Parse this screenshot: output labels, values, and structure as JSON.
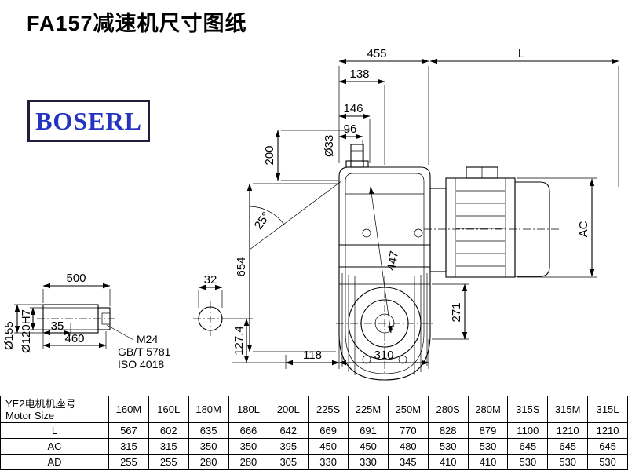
{
  "page": {
    "title": "FA157减速机尺寸图纸",
    "logo_text": "BOSERL"
  },
  "dims": {
    "top_width": "455",
    "motor_length": "L",
    "d138": "138",
    "d146": "146",
    "d96": "96",
    "input_shaft_dia": "Ø33",
    "d200": "200",
    "angle": "25°",
    "d654": "654",
    "d447": "447",
    "motor_dia": "AC",
    "d271": "271",
    "d118": "118",
    "d310": "310",
    "d127_4": "127.4",
    "d32": "32",
    "d500": "500",
    "d35": "35",
    "d460": "460",
    "shaft_dia": "Ø155",
    "bore_dia": "Ø120H7",
    "thread": "M24",
    "std1": "GB/T 5781",
    "std2": "ISO 4018"
  },
  "table": {
    "header_cn": "YE2电机机座号",
    "header_en": "Motor Size",
    "columns": [
      "160M",
      "160L",
      "180M",
      "180L",
      "200L",
      "225S",
      "225M",
      "250M",
      "280S",
      "280M",
      "315S",
      "315M",
      "315L"
    ],
    "rows": [
      {
        "label": "L",
        "values": [
          567,
          602,
          635,
          666,
          642,
          669,
          691,
          770,
          828,
          879,
          1100,
          1210,
          1210
        ]
      },
      {
        "label": "AC",
        "values": [
          315,
          315,
          350,
          350,
          395,
          450,
          450,
          480,
          530,
          530,
          645,
          645,
          645
        ]
      },
      {
        "label": "AD",
        "values": [
          255,
          255,
          280,
          280,
          305,
          330,
          330,
          345,
          410,
          410,
          530,
          530,
          530
        ]
      }
    ]
  }
}
